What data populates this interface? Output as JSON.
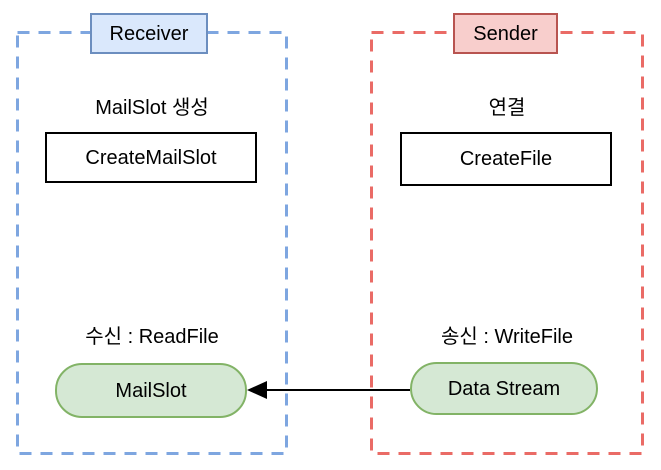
{
  "diagram": {
    "receiver": {
      "label": "Receiver",
      "create_caption": "MailSlot 생성",
      "create_api": "CreateMailSlot",
      "io_caption": "수신 : ReadFile",
      "node": "MailSlot"
    },
    "sender": {
      "label": "Sender",
      "create_caption": "연결",
      "create_api": "CreateFile",
      "io_caption": "송신 : WriteFile",
      "node": "Data Stream"
    },
    "arrow": {
      "from": "Data Stream",
      "to": "MailSlot",
      "direction": "right-to-left"
    },
    "colors": {
      "receiver_dash_border": "#7ea6e0",
      "receiver_label_bg": "#dae8fc",
      "receiver_label_border": "#6c8ebf",
      "sender_dash_border": "#ea6b66",
      "sender_label_bg": "#f8cecc",
      "sender_label_border": "#b85450",
      "node_fill": "#d5e8d4",
      "node_border": "#82b366",
      "api_box_border": "#000000",
      "arrow_color": "#000000",
      "background": "#ffffff"
    }
  }
}
